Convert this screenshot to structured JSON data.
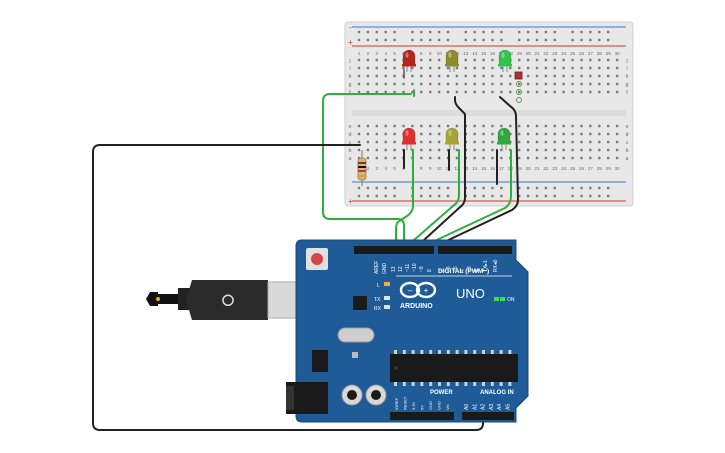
{
  "canvas": {
    "background": "#ffffff"
  },
  "breadboard": {
    "body_color": "#e8e8e8",
    "hole_color": "#7a7a7a",
    "rail_red": "#d9342b",
    "rail_blue": "#3b6fd1",
    "rail_labels": {
      "plus": "+",
      "minus": "-"
    },
    "column_numbers": [
      "1",
      "2",
      "3",
      "4",
      "5",
      "6",
      "7",
      "8",
      "9",
      "10",
      "11",
      "12",
      "13",
      "14",
      "15",
      "16",
      "17",
      "18",
      "19",
      "20",
      "21",
      "22",
      "23",
      "24",
      "25",
      "26",
      "27",
      "28",
      "29",
      "30"
    ],
    "row_letters_top": [
      "j",
      "i",
      "h",
      "g",
      "f"
    ],
    "row_letters_bottom": [
      "e",
      "d",
      "c",
      "b",
      "a"
    ]
  },
  "leds": {
    "top": [
      {
        "name": "red",
        "color": "#b3261e"
      },
      {
        "name": "yellow",
        "color": "#8f8a2a"
      },
      {
        "name": "green",
        "color": "#34c34a"
      }
    ],
    "bottom": [
      {
        "name": "red",
        "color": "#e02f2f"
      },
      {
        "name": "yellow",
        "color": "#a7a335"
      },
      {
        "name": "green",
        "color": "#2fa83e"
      }
    ]
  },
  "wires": {
    "green": "#2fae3e",
    "black": "#222222"
  },
  "arduino": {
    "board_color": "#1f5b97",
    "logo_text": "ARDUINO",
    "model": "UNO",
    "header_title": "DIGITAL (PWM~)",
    "aref": "AREF",
    "gnd": "GND",
    "pins_digital": [
      "13",
      "12",
      "~11",
      "~10",
      "~9",
      "8",
      "7",
      "~6",
      "~5",
      "4",
      "~3",
      "2",
      "TX▸1",
      "RX◂0"
    ],
    "led_labels": {
      "l": "L",
      "tx": "TX",
      "rx": "RX",
      "on": "ON"
    },
    "power_title": "POWER",
    "power_pins": [
      "IOREF",
      "RESET",
      "3.3V",
      "5V",
      "GND",
      "GND",
      "Vin"
    ],
    "analog_title": "ANALOG IN",
    "analog_pins": [
      "A0",
      "A1",
      "A2",
      "A3",
      "A4",
      "A5"
    ],
    "on_led_color": "#3ddc5b",
    "usb_color": "#2b2b2b"
  }
}
